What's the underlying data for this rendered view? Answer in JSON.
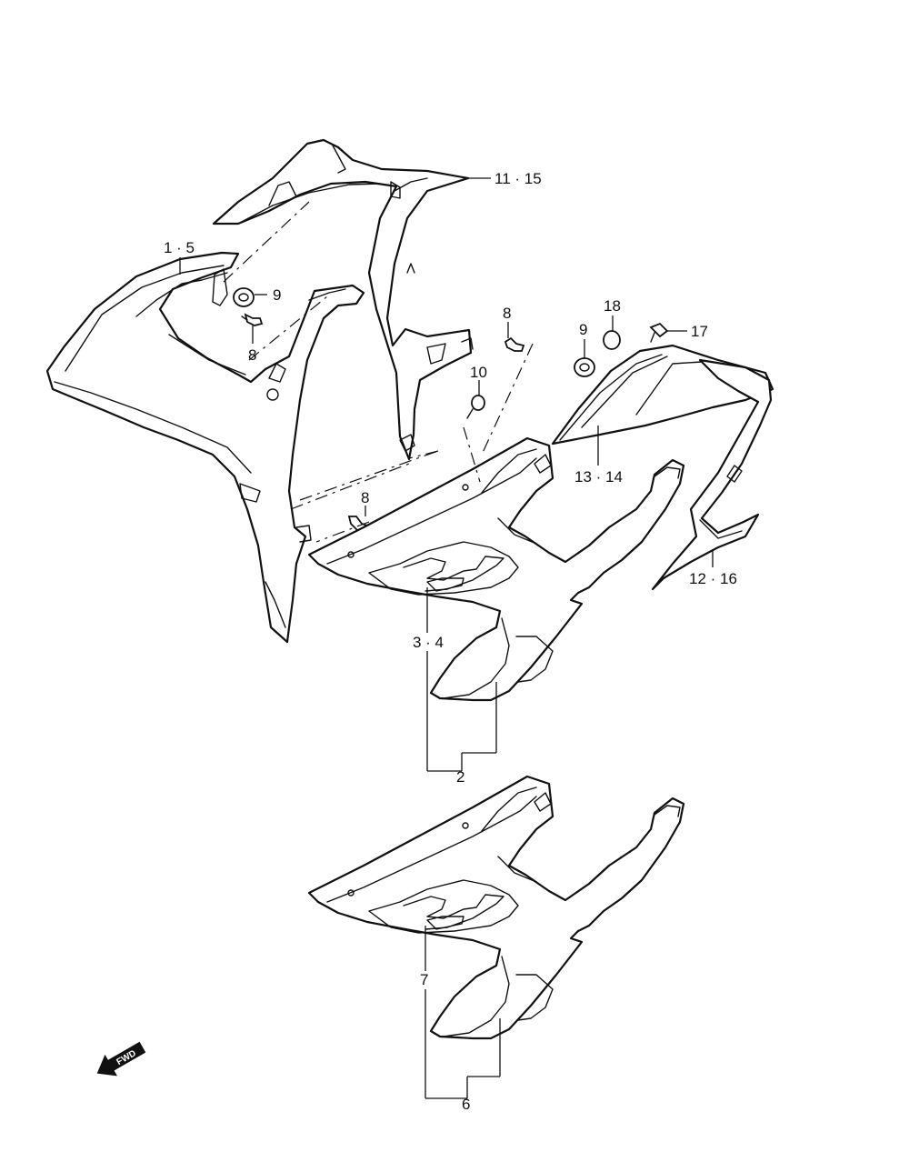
{
  "callouts": {
    "c_11_15": "11 · 15",
    "c_1_5": "1 · 5",
    "c_9a": "9",
    "c_8a": "8",
    "c_8b": "8",
    "c_18": "18",
    "c_9b": "9",
    "c_17": "17",
    "c_10": "10",
    "c_8c": "8",
    "c_13_14": "13 · 14",
    "c_12_16": "12 · 16",
    "c_3_4": "3 · 4",
    "c_2": "2",
    "c_7": "7",
    "c_6": "6"
  },
  "fwd_label": "FWD"
}
